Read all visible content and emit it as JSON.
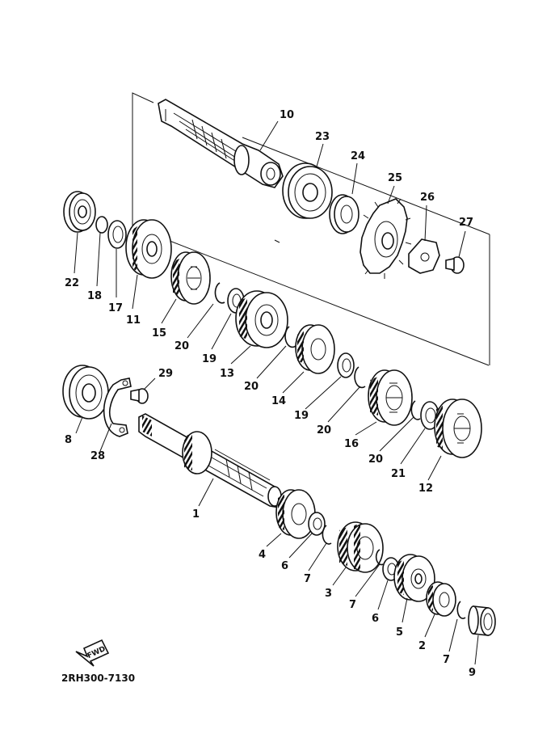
{
  "drawing_code": "2RH300-7130",
  "fwd_label": "FWD",
  "callouts": {
    "c1": "1",
    "c2": "2",
    "c3": "3",
    "c4": "4",
    "c5": "5",
    "c6a": "6",
    "c6b": "6",
    "c7a": "7",
    "c7b": "7",
    "c7c": "7",
    "c8": "8",
    "c9": "9",
    "c10": "10",
    "c11": "11",
    "c12": "12",
    "c13": "13",
    "c14": "14",
    "c15": "15",
    "c16": "16",
    "c17": "17",
    "c18": "18",
    "c19a": "19",
    "c19b": "19",
    "c20a": "20",
    "c20b": "20",
    "c20c": "20",
    "c20d": "20",
    "c21": "21",
    "c22": "22",
    "c23": "23",
    "c24": "24",
    "c25": "25",
    "c26": "26",
    "c27": "27",
    "c28": "28",
    "c29": "29"
  }
}
